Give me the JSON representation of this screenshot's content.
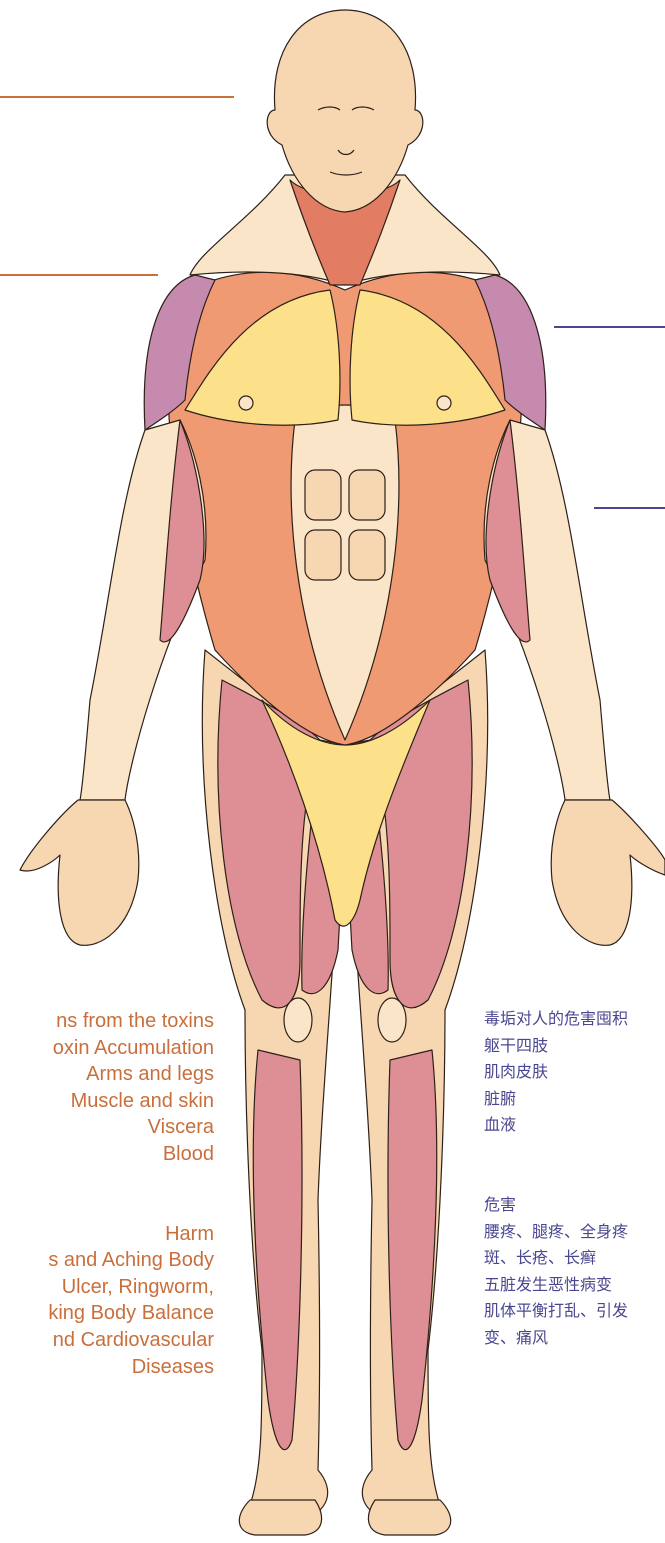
{
  "colors": {
    "orange_text": "#c96f3c",
    "purple_text": "#4a4790",
    "skin": "#f7d7b2",
    "skin_light": "#fbe5c8",
    "muscle_orange": "#ef9a72",
    "muscle_deep": "#e27c63",
    "muscle_pink": "#dd8f95",
    "muscle_purple": "#c58aad",
    "muscle_yellow": "#fde08a",
    "outline": "#2d2018"
  },
  "english": {
    "title": "ns from the toxins",
    "subtitle": "oxin Accumulation",
    "areas": [
      "Arms and legs",
      "Muscle and skin",
      "Viscera",
      "Blood"
    ],
    "harm_heading": "Harm",
    "harm_lines": [
      "s and Aching Body",
      "Ulcer, Ringworm,",
      "king Body Balance",
      "nd Cardiovascular",
      "Diseases"
    ]
  },
  "chinese": {
    "title": "毒垢对人的危害囤积",
    "areas": [
      "躯干四肢",
      "肌肉皮肤",
      "脏腑",
      "血液"
    ],
    "harm_heading": "危害",
    "harm_lines": [
      "腰疼、腿疼、全身疼",
      "斑、长疮、长癣",
      "五脏发生恶性病变",
      "肌体平衡打乱、引发",
      "变、痛风"
    ]
  },
  "figure": {
    "icon": "human-muscle-anatomy-figure"
  }
}
